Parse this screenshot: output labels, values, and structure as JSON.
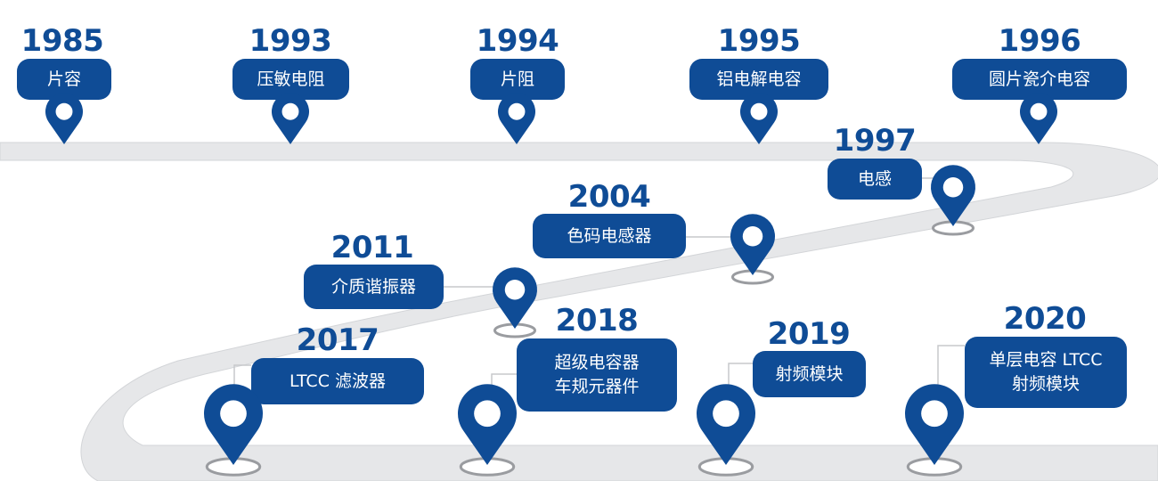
{
  "colors": {
    "primary": "#0f4c96",
    "road": "#e6e7e9",
    "road_edge": "#d3d5d8",
    "connector": "#c7c9cc",
    "pin_shadow": "#9a9ca0"
  },
  "milestones": [
    {
      "year": "1985",
      "label": "片容"
    },
    {
      "year": "1993",
      "label": "压敏电阻"
    },
    {
      "year": "1994",
      "label": "片阻"
    },
    {
      "year": "1995",
      "label": "铝电解电容"
    },
    {
      "year": "1996",
      "label": "圆片瓷介电容"
    },
    {
      "year": "1997",
      "label": "电感"
    },
    {
      "year": "2004",
      "label": "色码电感器"
    },
    {
      "year": "2011",
      "label": "介质谐振器"
    },
    {
      "year": "2017",
      "label": "LTCC 滤波器"
    },
    {
      "year": "2018",
      "label": "超级电容器\n车规元器件"
    },
    {
      "year": "2019",
      "label": "射频模块"
    },
    {
      "year": "2020",
      "label": "单层电容 LTCC\n射频模块"
    }
  ]
}
